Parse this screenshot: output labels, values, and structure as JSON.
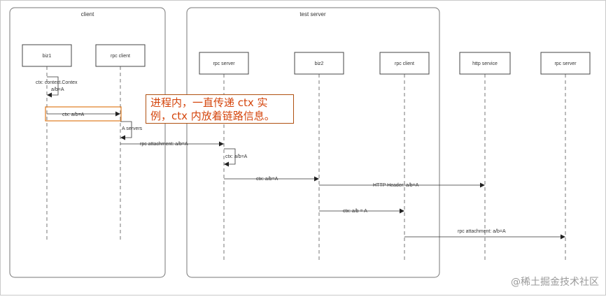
{
  "groups": [
    {
      "id": "client",
      "title": "client"
    },
    {
      "id": "test-server",
      "title": "test server"
    }
  ],
  "participants": [
    {
      "id": "biz1",
      "label": "biz1"
    },
    {
      "id": "rpc-client-1",
      "label": "rpc client"
    },
    {
      "id": "rpc-server-1",
      "label": "rpc server"
    },
    {
      "id": "biz2",
      "label": "biz2"
    },
    {
      "id": "rpc-client-2",
      "label": "rpc client"
    },
    {
      "id": "http-service",
      "label": "http service"
    },
    {
      "id": "rpc-server-2",
      "label": "rpc server"
    }
  ],
  "messages": [
    {
      "id": "self-context",
      "label_lines": [
        "ctx: context.Contex",
        "a/b=A"
      ]
    },
    {
      "id": "biz1-to-rpcclient",
      "label": "ctx: a/b=A"
    },
    {
      "id": "a-servers",
      "label": "A servers"
    },
    {
      "id": "rpc-attachment-1",
      "label": "rpc attachment: a/b=A"
    },
    {
      "id": "rpcserver-self",
      "label": "ctx: a/b=A"
    },
    {
      "id": "rpcserver-to-biz2",
      "label": "ctx: a/b=A"
    },
    {
      "id": "http-header",
      "label": "HTTP Header: a/b=A"
    },
    {
      "id": "biz2-to-rpcclient",
      "label": "ctx: a/b = A"
    },
    {
      "id": "rpc-attachment-2",
      "label": "rpc attachment: a/b=A"
    }
  ],
  "callout": {
    "line1": "进程内，一直传递 ctx 实",
    "line2": "例，ctx 内放着链路信息。",
    "color": "#d4450c"
  },
  "watermark": "@稀土掘金技术社区"
}
